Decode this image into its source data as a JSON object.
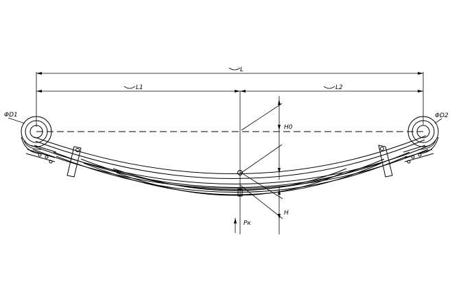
{
  "drawing": {
    "labels": {
      "L": "L",
      "L1": "L1",
      "L2": "L2",
      "H0": "H0",
      "H": "H",
      "D1": "ΦD1",
      "D2": "ΦD2",
      "Pk": "Pк"
    }
  }
}
